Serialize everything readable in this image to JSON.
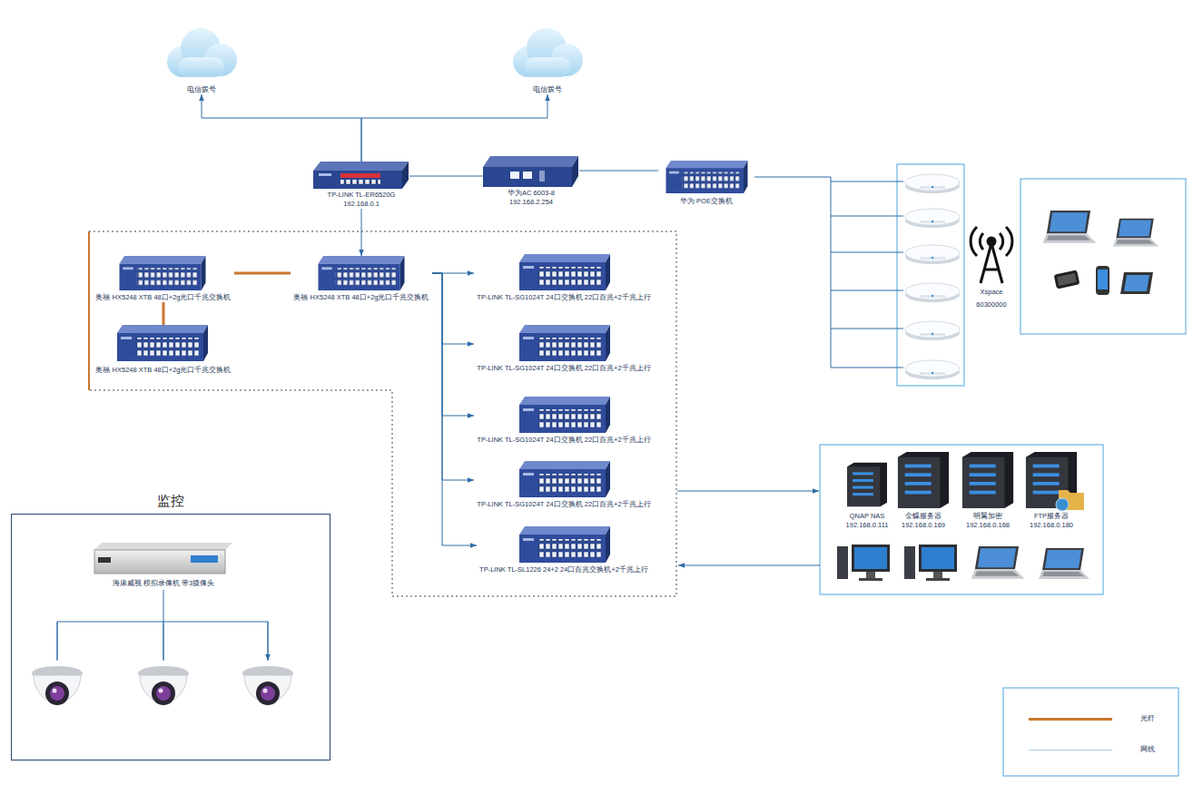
{
  "diagram": {
    "nodes": [
      {
        "text": [
          "电信拨号"
        ]
      },
      {
        "text": [
          "电信拨号"
        ]
      },
      {
        "text": [
          "TP-LINK TL-ER6520G",
          "192.168.0.1"
        ]
      },
      {
        "text": [
          "华为AC 6003-8",
          "192.168.2.254"
        ]
      },
      {
        "text": [
          "华为 POE交换机"
        ]
      },
      {
        "text": [
          "奥福 HX5248 XTB 48口+2g光口千兆交换机"
        ]
      },
      {
        "text": [
          "奥福 HX5248 XTB 48口+2g光口千兆交换机"
        ]
      },
      {
        "text": [
          "奥福 HX5248 XTB 48口+2g光口千兆交换机"
        ]
      },
      {
        "text": [
          "TP-LINK TL-SG1024T 24口交换机 22口百兆+2千兆上行"
        ]
      },
      {
        "text": [
          "TP-LINK TL-SG1024T 24口交换机 22口百兆+2千兆上行"
        ]
      },
      {
        "text": [
          "TP-LINK TL-SG1024T 24口交换机 22口百兆+2千兆上行"
        ]
      },
      {
        "text": [
          "TP-LINK TL-SG1024T 24口交换机 22口百兆+2千兆上行"
        ]
      },
      {
        "text": [
          "TP-LINK TL-SL1226 24+2 24口百兆交换机+2千兆上行"
        ]
      },
      {
        "text": [
          "QNAP NAS",
          "192.168.0.111"
        ]
      },
      {
        "text": [
          "金蝶服务器",
          "192.168.0.169"
        ]
      },
      {
        "text": [
          "明翼加密",
          "192.168.0.168"
        ]
      },
      {
        "text": [
          "FTP服务器",
          "192.168.0.180"
        ]
      },
      {
        "text": [
          "监控"
        ]
      },
      {
        "text": [
          "海康威视 模拟录像机 带3摄像头"
        ],
        "in": 17
      }
    ],
    "edges": [
      {
        "from": 2,
        "to": 0,
        "arrow": "to"
      },
      {
        "from": 2,
        "to": 1,
        "arrow": "to"
      },
      {
        "from": 2,
        "to": 3,
        "arrow": "none"
      },
      {
        "from": 3,
        "to": 4,
        "arrow": "none"
      },
      {
        "from": 2,
        "to": 6,
        "arrow": "to"
      },
      {
        "from": 6,
        "to": 5,
        "arrow": "none"
      },
      {
        "from": 5,
        "to": 7,
        "arrow": "none"
      },
      {
        "from": 6,
        "to": 8,
        "arrow": "to"
      },
      {
        "from": 6,
        "to": 9,
        "arrow": "to"
      },
      {
        "from": 6,
        "to": 10,
        "arrow": "to"
      },
      {
        "from": 6,
        "to": 11,
        "arrow": "to"
      },
      {
        "from": 6,
        "to": 12,
        "arrow": "to"
      }
    ],
    "labels": [
      "Xspace",
      "60300000"
    ],
    "legend": [
      {
        "text": "光纤",
        "color": "#c8782e"
      },
      {
        "text": "网线",
        "color": "#a9cde8"
      }
    ]
  }
}
